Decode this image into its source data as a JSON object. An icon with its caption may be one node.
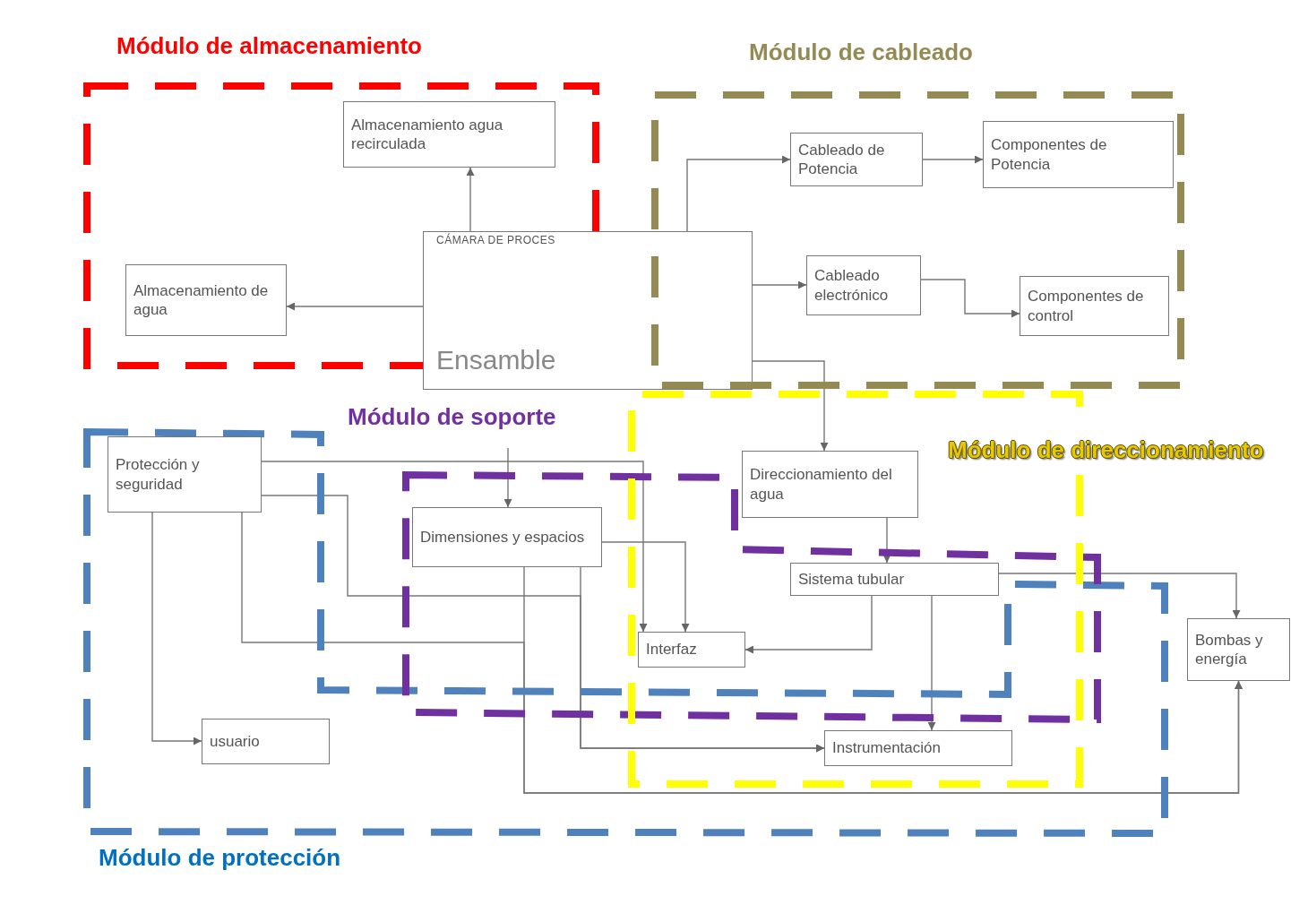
{
  "diagram": {
    "nodes": [
      {
        "text": [
          "Módulo de almacenamiento"
        ]
      },
      {
        "text": [
          "Almacenamiento agua recirculada"
        ],
        "in": 0
      },
      {
        "text": [
          "Almacenamiento de agua"
        ],
        "in": 0
      },
      {
        "text": [
          "CÁMARA DE PROCES",
          "Ensamble"
        ]
      },
      {
        "text": [
          "Módulo de cableado"
        ]
      },
      {
        "text": [
          "Cableado de Potencia"
        ],
        "in": 4
      },
      {
        "text": [
          "Componentes de Potencia"
        ],
        "in": 4
      },
      {
        "text": [
          "Cableado electrónico"
        ],
        "in": 4
      },
      {
        "text": [
          "Componentes de control"
        ],
        "in": 4
      },
      {
        "text": [
          "Módulo de protección"
        ]
      },
      {
        "text": [
          "Protección y seguridad"
        ],
        "in": 9
      },
      {
        "text": [
          "usuario"
        ],
        "in": 9
      },
      {
        "text": [
          "Módulo de soporte"
        ]
      },
      {
        "text": [
          "Dimensiones y espacios"
        ],
        "in": 12
      },
      {
        "text": [
          "Módulo de direccionamiento"
        ]
      },
      {
        "text": [
          "Direccionamiento del agua"
        ],
        "in": 14
      },
      {
        "text": [
          "Sistema tubular"
        ]
      },
      {
        "text": [
          "Interfaz"
        ]
      },
      {
        "text": [
          "Instrumentación"
        ]
      },
      {
        "text": [
          "Bombas y energía"
        ]
      }
    ],
    "edges": [
      {
        "from": 3,
        "to": 1,
        "arrow": "to"
      },
      {
        "from": 3,
        "to": 2,
        "arrow": "to"
      },
      {
        "from": 3,
        "to": 5,
        "arrow": "to"
      },
      {
        "from": 5,
        "to": 6,
        "arrow": "to"
      },
      {
        "from": 3,
        "to": 7,
        "arrow": "to"
      },
      {
        "from": 7,
        "to": 8,
        "arrow": "to"
      },
      {
        "from": 3,
        "to": 15,
        "arrow": "to"
      },
      {
        "from": 15,
        "to": 16,
        "arrow": "to"
      },
      {
        "from": 16,
        "to": 19,
        "arrow": "to"
      },
      {
        "from": 16,
        "to": 17,
        "arrow": "to"
      },
      {
        "from": 16,
        "to": 18,
        "arrow": "to"
      },
      {
        "from": null,
        "to": 13,
        "arrow": "to"
      },
      {
        "from": 10,
        "to": 17,
        "arrow": "to"
      },
      {
        "from": 13,
        "to": 17,
        "arrow": "to"
      },
      {
        "from": 10,
        "to": 18,
        "arrow": "to"
      },
      {
        "from": 13,
        "to": 18,
        "arrow": "to"
      },
      {
        "from": 10,
        "to": 19,
        "arrow": "to"
      },
      {
        "from": 13,
        "to": 19,
        "arrow": "to"
      },
      {
        "from": 10,
        "to": 11,
        "arrow": "to"
      }
    ]
  }
}
